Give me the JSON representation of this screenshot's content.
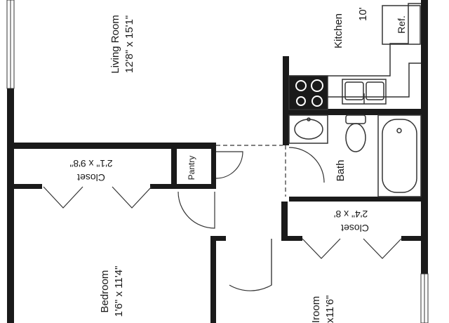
{
  "rooms": {
    "living": {
      "name": "Living Room",
      "dims": "12'8\" x 15'1\""
    },
    "kitchen": {
      "name": "Kitchen",
      "dims": "10'"
    },
    "bath": {
      "name": "Bath"
    },
    "pantry": {
      "name": "Pantry"
    },
    "closet_left": {
      "name": "Closet",
      "dims": "2'1\" x 9'8\""
    },
    "closet_right": {
      "name": "Closet",
      "dims": "2'4\" x 8'"
    },
    "bedroom_left": {
      "name": "Bedroom",
      "dims": "1'6\" x 11'4\""
    },
    "bedroom_right": {
      "name": "Iroom",
      "dims": "x11'6\""
    }
  },
  "appliances": {
    "fridge": "Ref."
  },
  "colors": {
    "wall": "#1a1a1a",
    "line": "#333333",
    "background": "#ffffff"
  }
}
